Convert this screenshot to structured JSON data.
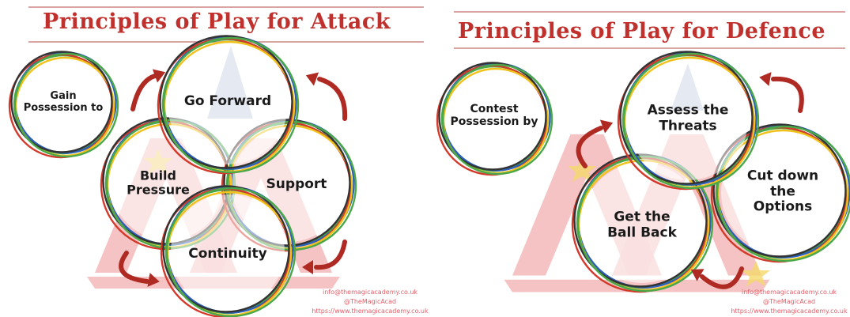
{
  "colors": {
    "title": "#c0302c",
    "watermark": "#f3b8b9",
    "arrow": "#b02a24",
    "ring_green": "#4aa84a",
    "ring_blue": "#2b5fb8",
    "ring_red": "#d33a2c",
    "ring_yellow": "#f1c21b",
    "ring_black": "#333333",
    "credit": "#e0606a"
  },
  "attack": {
    "title": "Principles of Play for Attack",
    "circles": {
      "gain": [
        "Gain",
        "Possession to"
      ],
      "forward": [
        "Go Forward"
      ],
      "build": [
        "Build",
        "Pressure"
      ],
      "support": [
        "Support"
      ],
      "continuity": [
        "Continuity"
      ]
    },
    "credits": [
      "info@themagicacademy.co.uk",
      "@TheMagicAcad",
      "https://www.themagicacademy.co.uk"
    ]
  },
  "defence": {
    "title": "Principles of Play for Defence",
    "circles": {
      "contest": [
        "Contest",
        "Possession by"
      ],
      "assess": [
        "Assess the",
        "Threats"
      ],
      "cutdown": [
        "Cut down",
        "the",
        "Options"
      ],
      "ballback": [
        "Get the",
        "Ball Back"
      ]
    },
    "credits": [
      "info@themagicacademy.co.uk",
      "@TheMagicAcad",
      "https://www.themagicacademy.co.uk"
    ]
  }
}
